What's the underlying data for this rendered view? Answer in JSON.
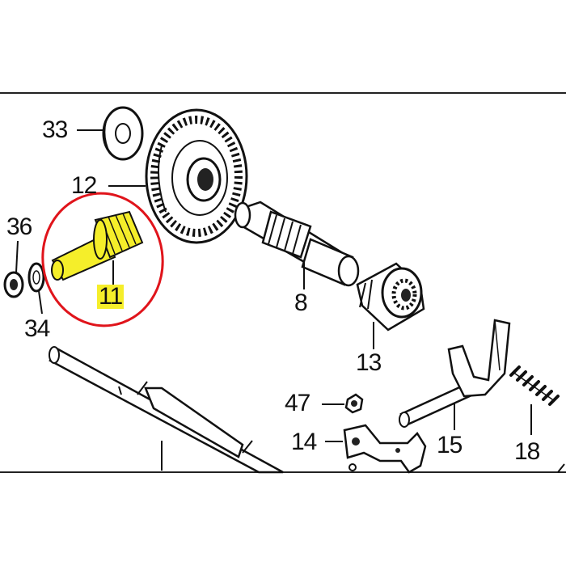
{
  "parts": [
    {
      "id": "p33",
      "label": "33",
      "name": "washer"
    },
    {
      "id": "p12",
      "label": "12",
      "name": "bevel-gear"
    },
    {
      "id": "p36",
      "label": "36",
      "name": "nut"
    },
    {
      "id": "p34",
      "label": "34",
      "name": "washer"
    },
    {
      "id": "p11",
      "label": "11",
      "name": "pinion-shaft"
    },
    {
      "id": "p8",
      "label": "8",
      "name": "countershaft"
    },
    {
      "id": "p13",
      "label": "13",
      "name": "bearing-collar"
    },
    {
      "id": "p47",
      "label": "47",
      "name": "nut"
    },
    {
      "id": "p14",
      "label": "14",
      "name": "bracket"
    },
    {
      "id": "p15",
      "label": "15",
      "name": "shift-fork"
    },
    {
      "id": "p18",
      "label": "18",
      "name": "spring"
    }
  ],
  "highlight": {
    "part": "11",
    "highlight_color": "#f5ee2a",
    "circle_color": "#e0141b"
  }
}
